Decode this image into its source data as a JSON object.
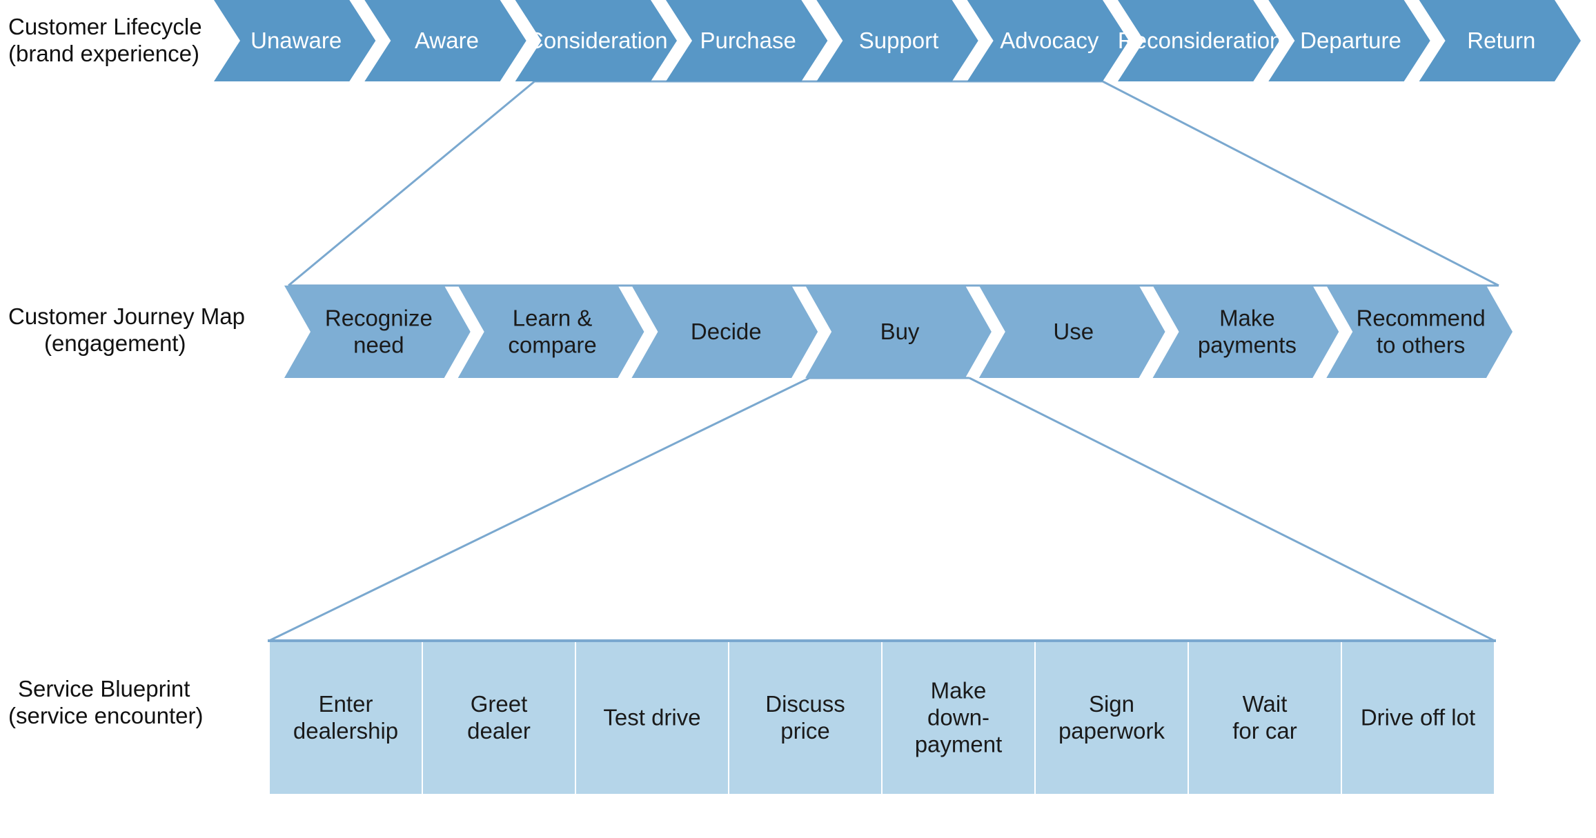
{
  "colors": {
    "lifecycle_fill": "#5897c6",
    "lifecycle_text": "#ffffff",
    "journey_fill": "#7eaed4",
    "journey_text": "#1a1a1a",
    "blueprint_fill": "#b5d5e9",
    "blueprint_divider": "#ffffff",
    "blueprint_text": "#1a1a1a",
    "connector": "#7aa8cf"
  },
  "rows": {
    "lifecycle": {
      "label": [
        "Customer Lifecycle",
        "(brand experience)"
      ],
      "stages": [
        [
          "Unaware"
        ],
        [
          "Aware"
        ],
        [
          "Consideration"
        ],
        [
          "Purchase"
        ],
        [
          "Support"
        ],
        [
          "Advocacy"
        ],
        [
          "Reconsideration"
        ],
        [
          "Departure"
        ],
        [
          "Return"
        ]
      ]
    },
    "journey": {
      "label": [
        "Customer Journey Map",
        "(engagement)"
      ],
      "stages": [
        [
          "Recognize",
          "need"
        ],
        [
          "Learn &",
          "compare"
        ],
        [
          "Decide"
        ],
        [
          "Buy"
        ],
        [
          "Use"
        ],
        [
          "Make",
          "payments"
        ],
        [
          "Recommend",
          "to others"
        ]
      ]
    },
    "blueprint": {
      "label": [
        "Service Blueprint",
        "(service encounter)"
      ],
      "steps": [
        [
          "Enter",
          "dealership"
        ],
        [
          "Greet",
          "dealer"
        ],
        [
          "Test drive"
        ],
        [
          "Discuss",
          "price"
        ],
        [
          "Make",
          "down-",
          "payment"
        ],
        [
          "Sign",
          "paperwork"
        ],
        [
          "Wait",
          "for car"
        ],
        [
          "Drive off lot"
        ]
      ]
    }
  }
}
